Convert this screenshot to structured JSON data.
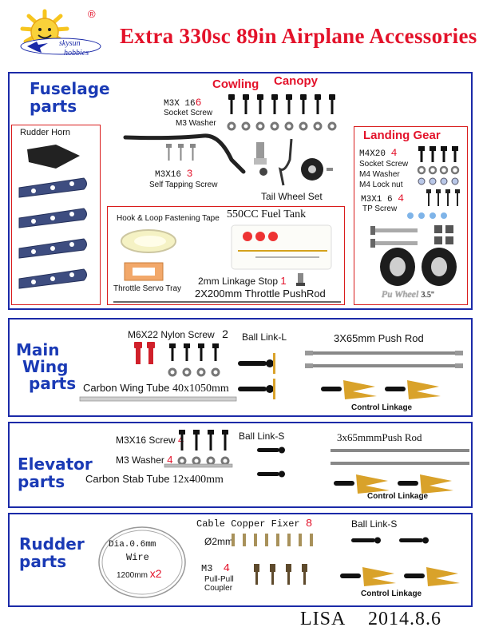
{
  "logo": {
    "brand_line1": "skysun",
    "brand_line2": "hobbies",
    "registered": "®"
  },
  "title": "Extra 330sc 89in Airplane Accessories",
  "fuselage": {
    "title_line1": "Fuselage",
    "title_line2": "parts",
    "cowling": "Cowling",
    "canopy": "Canopy",
    "m3x16_label": "M3X 16",
    "m3x16_qty": "6",
    "socket_screw": "Socket Screw",
    "m3_washer": "M3 Washer",
    "self_tap_label": "M3X16",
    "self_tap_qty": "3",
    "self_tap_desc": "Self Tapping Screw",
    "tail_wheel": "Tail Wheel Set",
    "rudder_horn": "Rudder Horn",
    "hook_loop": "Hook & Loop Fastening Tape",
    "fuel_tank": "550CC Fuel Tank",
    "throttle_tray": "Throttle Servo Tray",
    "linkage_stop": "2mm Linkage Stop",
    "linkage_stop_qty": "1",
    "pushrod": "2X200mm  Throttle PushRod"
  },
  "landing_gear": {
    "title": "Landing Gear",
    "m4x20": "M4X20",
    "m4x20_qty": "4",
    "socket_screw": "Socket Screw",
    "m4_washer": "M4  Washer",
    "m4_lock": "M4 Lock nut",
    "m3x16": "M3X1 6",
    "m3x16_qty": "4",
    "tp_screw": "TP Screw",
    "wheel": "Pu Wheel",
    "wheel_size": "3.5\""
  },
  "main_wing": {
    "title_line1": "Main",
    "title_line2": "Wing",
    "title_line3": "parts",
    "nylon_screw": "M6X22 Nylon Screw",
    "nylon_qty": "2",
    "ball_link": "Ball Link-L",
    "push_rod": "3X65mm Push Rod",
    "tube": "Carbon Wing Tube",
    "tube_size": "40x1050mm",
    "control_linkage": "Control Linkage"
  },
  "elevator": {
    "title_line1": "Elevator",
    "title_line2": "parts",
    "screw": "M3X16 Screw",
    "screw_qty": "4",
    "washer": "M3 Washer",
    "washer_qty": "4",
    "ball_link": "Ball Link-S",
    "push_rod": "3x65mmmPush Rod",
    "tube": "Carbon Stab Tube",
    "tube_size": "12x400mm",
    "control_linkage": "Control Linkage"
  },
  "rudder": {
    "title_line1": "Rudder",
    "title_line2": "parts",
    "wire_dia": "Dia.0.6mm",
    "wire": "Wire",
    "wire_len": "1200mm",
    "wire_qty": "x2",
    "fixer": "Cable Copper Fixer",
    "fixer_qty": "8",
    "fixer_size": "Ø2mm",
    "coupler_size": "M3",
    "coupler_qty": "4",
    "coupler_line1": "Pull-Pull",
    "coupler_line2": "Coupler",
    "ball_link": "Ball Link-S",
    "control_linkage": "Control Linkage"
  },
  "footer": {
    "author": "LISA",
    "date": "2014.8.6"
  },
  "colors": {
    "accent_red": "#e3122a",
    "border_blue": "#1b2aa8",
    "title_blue": "#1a3ab5",
    "logo_yellow": "#f7c51e"
  }
}
